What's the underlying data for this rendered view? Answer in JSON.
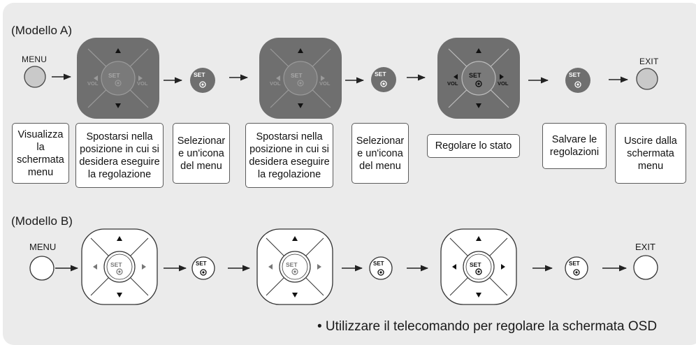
{
  "model_a": {
    "title": "(Modello A)",
    "menu_label": "MENU",
    "exit_label": "EXIT",
    "pad_set_label": "SET",
    "pad_vol_label": "VOL",
    "set_button_label": "SET",
    "captions": [
      "Visualizza la\nschermata\nmenu",
      "Spostarsi nella\nposizione in cui si\ndesidera eseguire\nla regolazione",
      "Selezionar\ne un'icona\ndel menu",
      "Spostarsi nella\nposizione in cui si\ndesidera eseguire\nla regolazione",
      "Selezionar\ne un'icona\ndel menu",
      "Regolare lo stato",
      "Salvare le\nregolazioni",
      "Uscire dalla\nschermata\nmenu"
    ]
  },
  "model_b": {
    "title": "(Modello B)",
    "menu_label": "MENU",
    "exit_label": "EXIT",
    "pad_set_label": "SET",
    "set_button_label": "SET"
  },
  "footer_note": "• Utilizzare il telecomando per regolare la schermata OSD",
  "colors": {
    "panel": "#ebebeb",
    "button_dark": "#6f6f6f",
    "button_light": "#c9c9c9",
    "outline": "#444444"
  }
}
